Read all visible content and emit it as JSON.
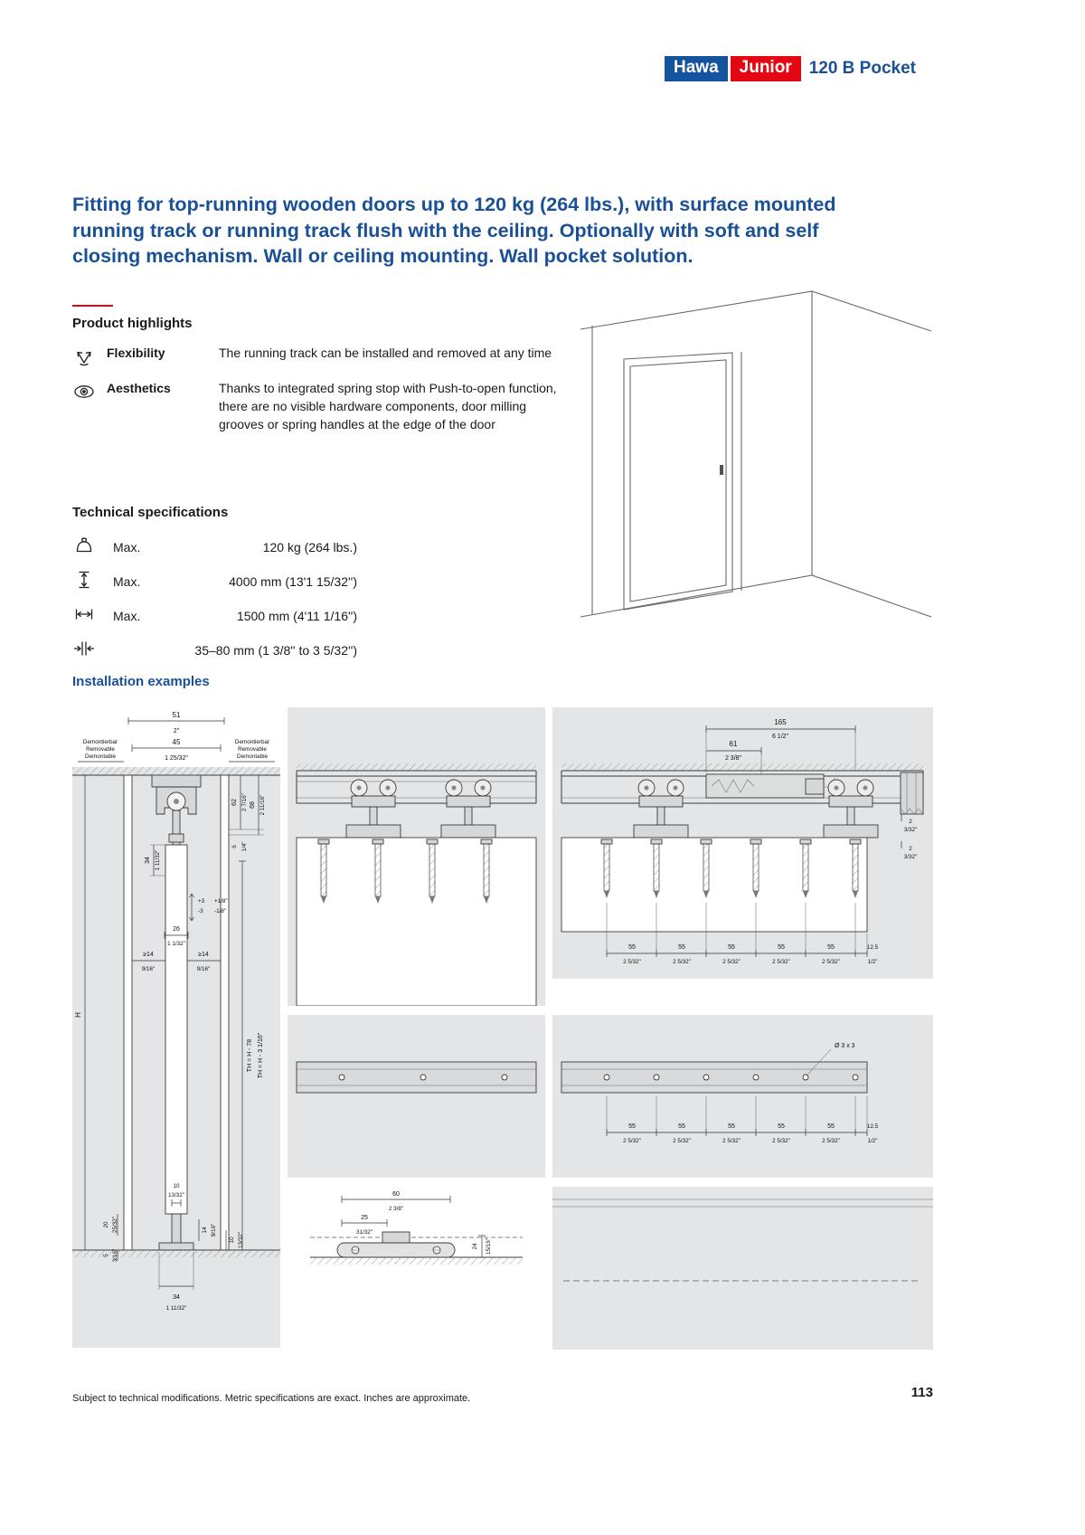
{
  "logo": {
    "hawa": "Hawa",
    "junior": "Junior",
    "product": "120 B Pocket"
  },
  "heading": "Fitting for top-running wooden doors up to 120 kg (264 lbs.), with surface mounted running track or running track flush with the ceiling. Optionally with soft and self closing mechanism. Wall or ceiling mounting. Wall pocket solution.",
  "highlights": {
    "title": "Product highlights",
    "items": [
      {
        "label": "Flexibility",
        "text": "The running track can be installed and removed at any time"
      },
      {
        "label": "Aesthetics",
        "text": "Thanks to integrated spring stop with Push-to-open function, there are no visible hardware components, door milling grooves or spring handles at the edge of the door"
      }
    ]
  },
  "tech": {
    "title": "Technical specifications",
    "rows": [
      {
        "label": "Max.",
        "value": "120 kg (264 lbs.)"
      },
      {
        "label": "Max.",
        "value": "4000 mm (13'1 15/32'')"
      },
      {
        "label": "Max.",
        "value": "1500 mm (4'11 1/16'')"
      },
      {
        "label": "",
        "value": "35–80 mm (1 3/8'' to 3 5/32'')"
      }
    ]
  },
  "install_title": "Installation examples",
  "drawings": {
    "left": {
      "dim51": "51",
      "dim51_in": "2\"",
      "dim45": "45",
      "dim45_in": "1 25/32\"",
      "rem_de": "Demontierbar",
      "rem_en": "Removable",
      "rem_fr": "Demontable",
      "dim62": "62",
      "dim62_in": "2 7/16\"",
      "dim68": "68",
      "dim68_in": "2 11/16\"",
      "dim6": "6",
      "dim6_in": "1/4\"",
      "dim34": "34",
      "dim34_in": "1 11/32\"",
      "adj_p": "+3",
      "adj_m": "-3",
      "adj_p_in": "+1/8\"",
      "adj_m_in": "-1/8\"",
      "dim26": "26",
      "dim26_in": "1 1/32\"",
      "dim14min": "≥14",
      "dim14min_in": "9/16\"",
      "H": "H",
      "th_mm": "TH = H - 78",
      "th_in": "TH = H - 3 1/16\"",
      "dim10": "10",
      "dim10_in": "13/32\"",
      "dim20": "20",
      "dim20_in": "25/32\"",
      "dim14": "14",
      "dim14_in": "9/16\"",
      "dim5": "5",
      "dim5_in": "3/16\""
    },
    "track": {
      "dim165": "165",
      "dim165_in": "6 1/2\"",
      "dim61": "61",
      "dim61_in": "2 3/8\"",
      "dim55": "55",
      "dim55_in": "2 5/32\"",
      "dim125": "12.5",
      "dim125_in": "1/2\"",
      "dim2": "2",
      "dim2_in": "3/32\"",
      "drill": "Ø 3 x 3"
    },
    "guide": {
      "dim60": "60",
      "dim60_in": "2 3/8\"",
      "dim25": "25",
      "dim25_in": "31/32\"",
      "dim24": "24",
      "dim24_in": "15/16\""
    }
  },
  "footer": {
    "note": "Subject to technical modifications. Metric specifications are exact. Inches are approximate.",
    "page": "113"
  }
}
